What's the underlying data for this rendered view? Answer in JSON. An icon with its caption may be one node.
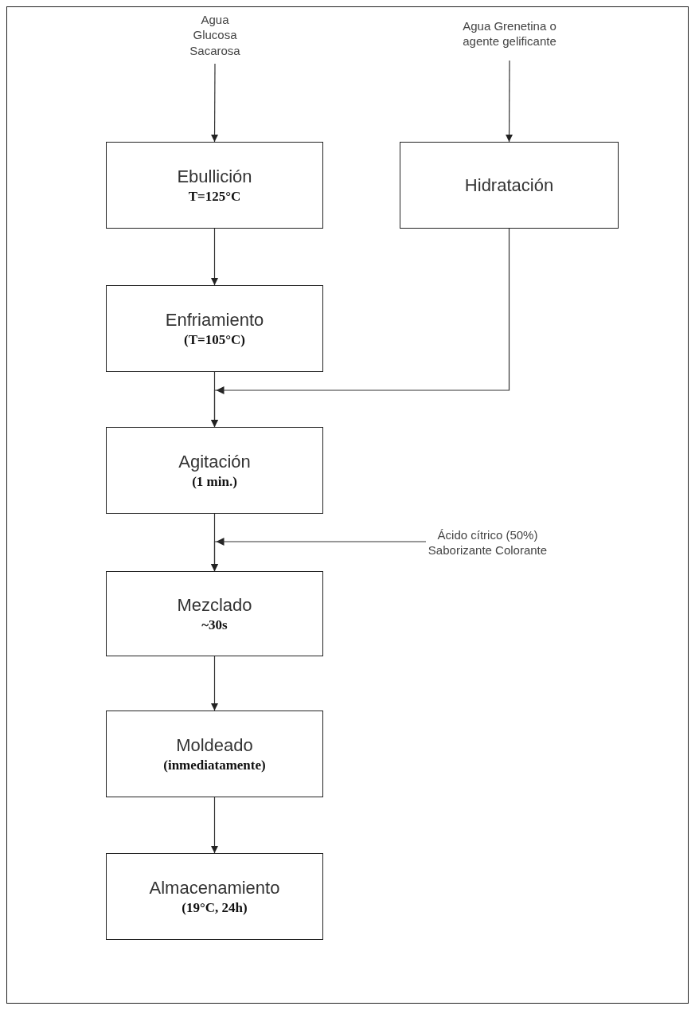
{
  "diagram": {
    "nodes": [
      {
        "text": [
          "Agua Glucosa Sacarosa"
        ]
      },
      {
        "text": [
          "Agua Grenetina o agente gelificante"
        ]
      },
      {
        "text": [
          "Ebullición",
          "T=125°C"
        ]
      },
      {
        "text": [
          "Hidratación"
        ]
      },
      {
        "text": [
          "Enfriamiento",
          "(T=105°C)"
        ]
      },
      {
        "text": [
          "Agitación",
          "(1 min.)"
        ]
      },
      {
        "text": [
          "Ácido cítrico (50%) Saborizante Colorante"
        ]
      },
      {
        "text": [
          "Mezclado",
          "~30s"
        ]
      },
      {
        "text": [
          "Moldeado",
          "(inmediatamente)"
        ]
      },
      {
        "text": [
          "Almacenamiento",
          "(19°C, 24h)"
        ]
      }
    ],
    "edges": [
      {
        "from": 0,
        "to": 2,
        "arrow": "to"
      },
      {
        "from": 1,
        "to": 3,
        "arrow": "to"
      },
      {
        "from": 2,
        "to": 4,
        "arrow": "to"
      },
      {
        "from": 4,
        "to": 5,
        "arrow": "to"
      },
      {
        "from": 3,
        "to": 5,
        "arrow": "to"
      },
      {
        "from": 5,
        "to": 7,
        "arrow": "to"
      },
      {
        "from": 6,
        "to": 7,
        "arrow": "to"
      },
      {
        "from": 7,
        "to": 8,
        "arrow": "to"
      },
      {
        "from": 8,
        "to": 9,
        "arrow": "to"
      }
    ]
  }
}
